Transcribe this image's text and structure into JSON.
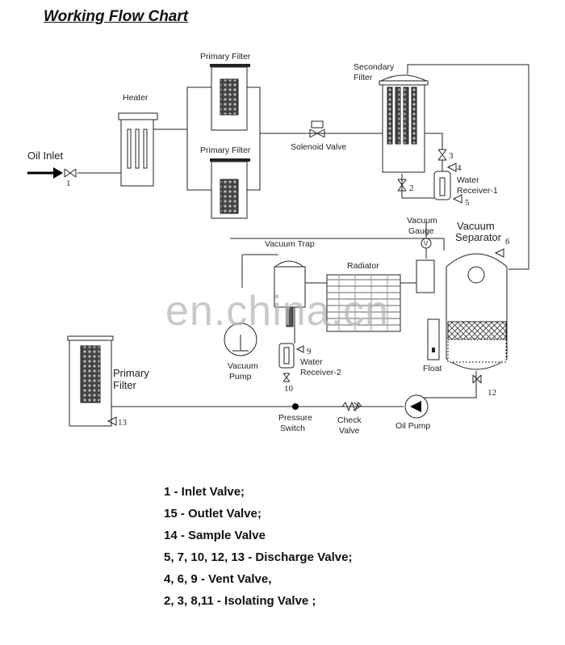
{
  "title": "Working Flow Chart",
  "labels": {
    "oil_inlet": "Oil Inlet",
    "heater": "Heater",
    "primary_filter_top": "Primary Filter",
    "primary_filter_bottom": "Primary Filter",
    "solenoid_valve": "Solenoid Valve",
    "secondary_filter_1": "Secondary",
    "secondary_filter_2": "Filter",
    "water_receiver_1_a": "Water",
    "water_receiver_1_b": "Receiver-1",
    "vacuum_gauge_a": "Vacuum",
    "vacuum_gauge_b": "Gauge",
    "vacuum_separator_a": "Vacuum",
    "vacuum_separator_b": "Separator",
    "vacuum_trap": "Vacuum Trap",
    "radiator": "Radiator",
    "vacuum_pump_a": "Vacuum",
    "vacuum_pump_b": "Pump",
    "water_receiver_2_a": "Water",
    "water_receiver_2_b": "Receiver-2",
    "float": "Float",
    "primary_filter_left_a": "Primary",
    "primary_filter_left_b": "Filter",
    "pressure_switch_a": "Pressure",
    "pressure_switch_b": "Switch",
    "check_valve_a": "Check",
    "check_valve_b": "Valve",
    "oil_pump": "Oil Pump",
    "gauge_symbol": "V"
  },
  "valve_numbers": {
    "v1": "1",
    "v2": "2",
    "v3": "3",
    "v4": "4",
    "v5": "5",
    "v6": "6",
    "v9": "9",
    "v10": "10",
    "v12": "12",
    "v13": "13"
  },
  "legend": [
    "1 - Inlet Valve;",
    "15 - Outlet Valve;",
    "14 - Sample Valve",
    "5, 7, 10, 12, 13 - Discharge Valve;",
    "4, 6, 9 - Vent Valve,",
    "2, 3, 8,11 - Isolating Valve ;"
  ],
  "watermark": "en.china.cn"
}
